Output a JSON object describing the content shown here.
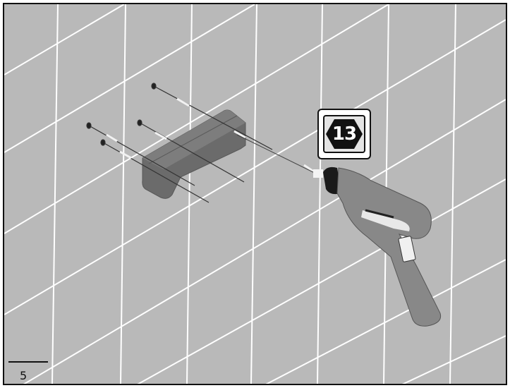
{
  "page": {
    "number": "5"
  },
  "step": {
    "number": "13"
  },
  "colors": {
    "wall": "#b9b9b9",
    "grid_lines": "#ffffff",
    "bracket": "#6e6e6e",
    "drill_body": "#8a8a8a",
    "drill_dark": "#1a1a1a"
  },
  "illustration": {
    "parts": [
      "wall-grid",
      "bracket",
      "screws",
      "dowels",
      "drill"
    ]
  }
}
